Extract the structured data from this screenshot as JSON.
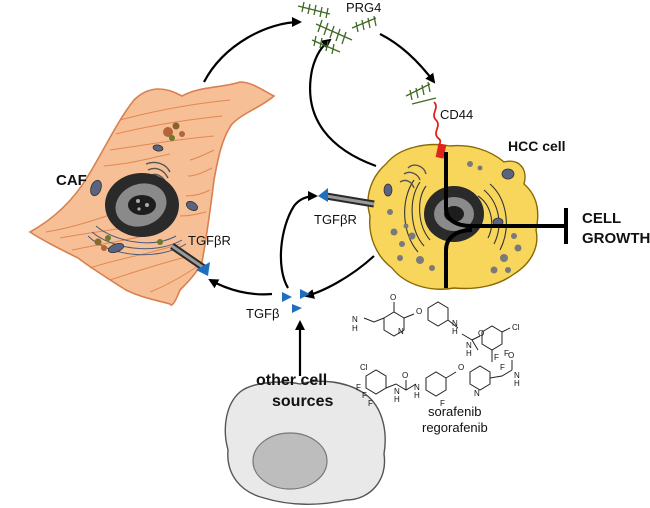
{
  "labels": {
    "prg4": "PRG4",
    "cd44": "CD44",
    "hcc_cell": "HCC cell",
    "caf": "CAF",
    "tgfbr_left": "TGFβR",
    "tgfbr_right": "TGFβR",
    "tgfb": "TGFβ",
    "cell_growth_line1": "CELL",
    "cell_growth_line2": "GROWTH",
    "other_sources_line1": "other cell",
    "other_sources_line2": "sources",
    "drug1": "sorafenib",
    "drug2": "regorafenib"
  },
  "structure_atoms": {
    "sorafenib": [
      "N",
      "H",
      "O",
      "N",
      "O",
      "N",
      "H",
      "N",
      "H",
      "O",
      "Cl",
      "F",
      "F",
      "F"
    ],
    "regorafenib": [
      "Cl",
      "F",
      "F",
      "F",
      "N",
      "H",
      "O",
      "N",
      "H",
      "F",
      "O",
      "O",
      "N",
      "H",
      "N"
    ]
  },
  "colors": {
    "caf_fill": "#f6bf96",
    "caf_stroke": "#d9804f",
    "hcc_fill": "#f8d65c",
    "nucleus": "#2a2a2a",
    "receptor_blue": "#1f6fbf",
    "cd44_red": "#e0241b",
    "prg4_green": "#3e6a23",
    "other_cell_fill": "#e9e9e9"
  }
}
